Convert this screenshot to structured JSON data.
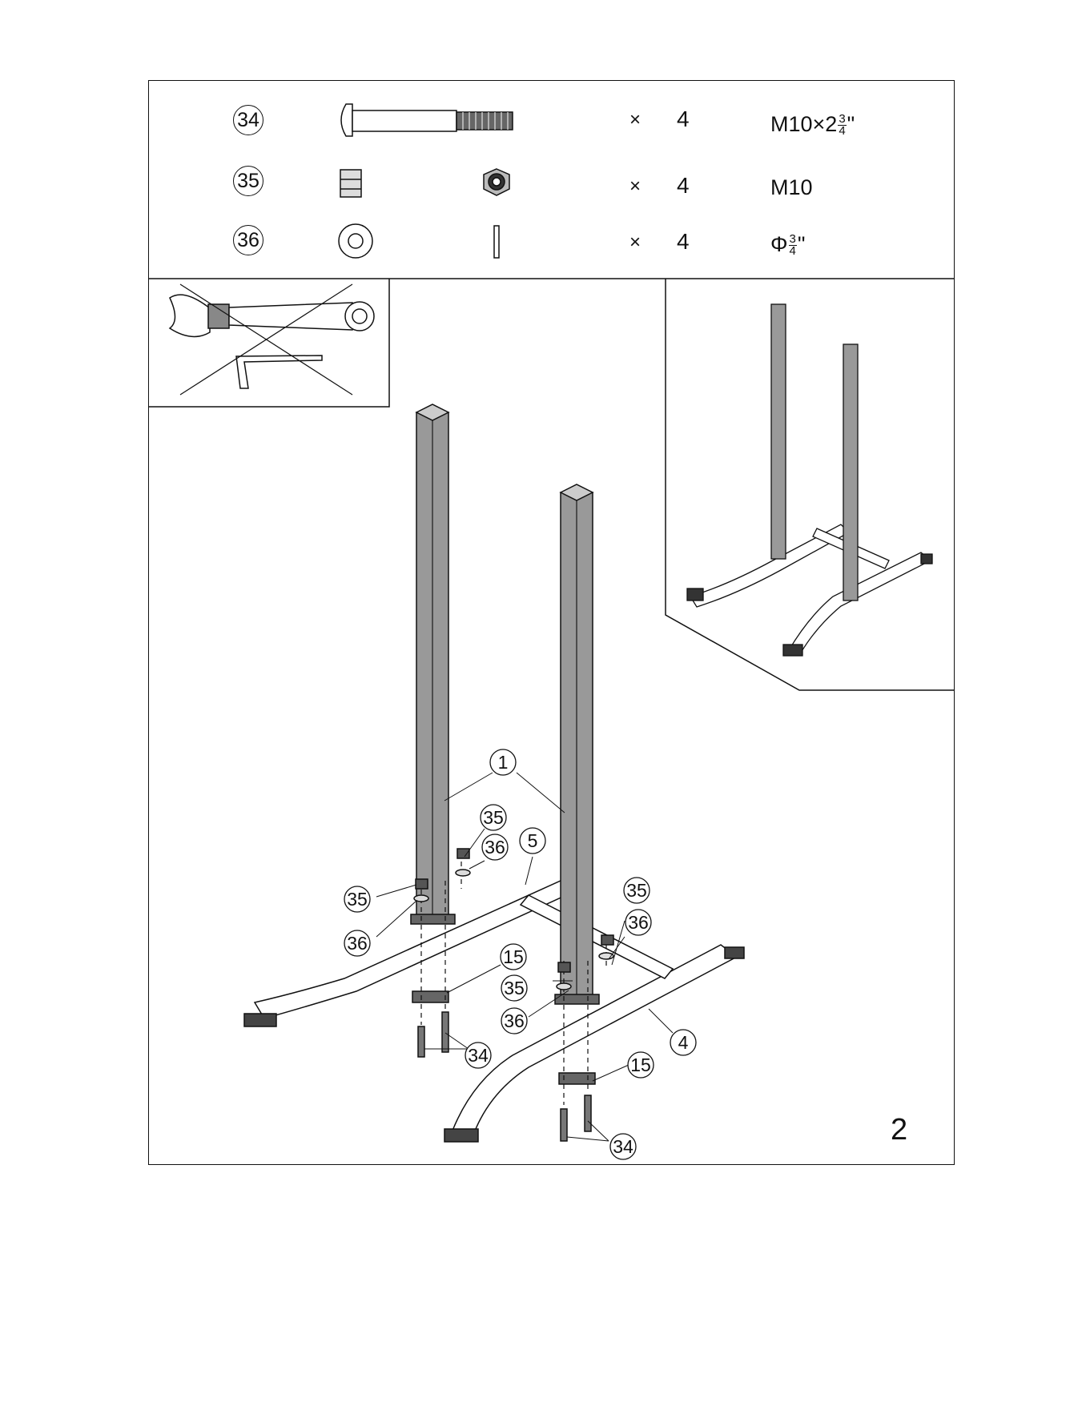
{
  "parts": [
    {
      "number": "34",
      "qty_symbol": "×",
      "qty": "4",
      "spec_main": "M10×2",
      "spec_frac_num": "3",
      "spec_frac_den": "4",
      "spec_suffix": "\""
    },
    {
      "number": "35",
      "qty_symbol": "×",
      "qty": "4",
      "spec_main": "M10",
      "spec_frac_num": "",
      "spec_frac_den": "",
      "spec_suffix": ""
    },
    {
      "number": "36",
      "qty_symbol": "×",
      "qty": "4",
      "spec_main": "Φ",
      "spec_frac_num": "3",
      "spec_frac_den": "4",
      "spec_suffix": "\""
    }
  ],
  "callouts": {
    "c1": "1",
    "c4": "4",
    "c5": "5",
    "c15a": "15",
    "c15b": "15",
    "c34a": "34",
    "c34b": "34",
    "c35a": "35",
    "c35b": "35",
    "c35c": "35",
    "c35d": "35",
    "c36a": "36",
    "c36b": "36",
    "c36c": "36",
    "c36d": "36"
  },
  "tools": {
    "icon_wrench": "adjustable-wrench-icon",
    "icon_hex_key": "hex-key-icon",
    "crossed_out": true
  },
  "step_number": "2"
}
